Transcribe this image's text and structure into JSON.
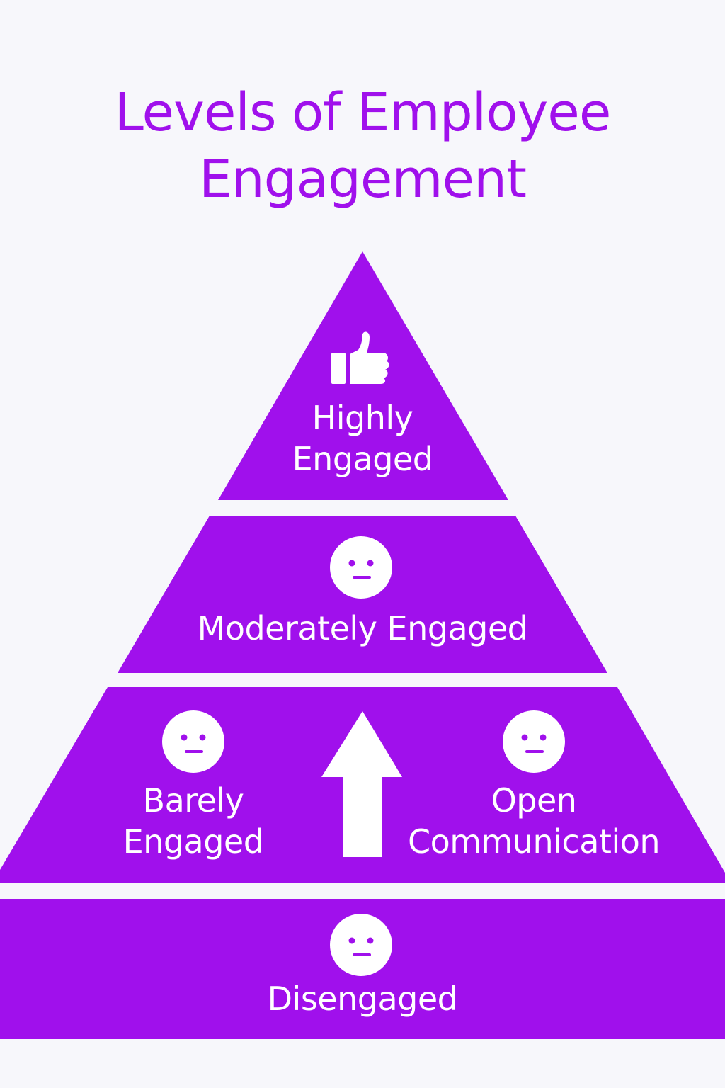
{
  "title": {
    "line1": "Levels of Employee",
    "line2": "Engagement"
  },
  "colors": {
    "accent": "#a010ec",
    "background": "#f7f7fb",
    "icon": "#ffffff"
  },
  "levels": {
    "top": {
      "line1": "Highly",
      "line2": "Engaged",
      "icon": "thumbs-up-icon"
    },
    "second": {
      "label": "Moderately Engaged",
      "icon": "neutral-face-icon"
    },
    "third": {
      "left": {
        "line1": "Barely",
        "line2": "Engaged",
        "icon": "neutral-face-icon"
      },
      "center_icon": "up-arrow-icon",
      "right": {
        "line1": "Open",
        "line2": "Communication",
        "icon": "neutral-face-icon"
      }
    },
    "bottom": {
      "label": "Disengaged",
      "icon": "neutral-face-icon"
    }
  }
}
